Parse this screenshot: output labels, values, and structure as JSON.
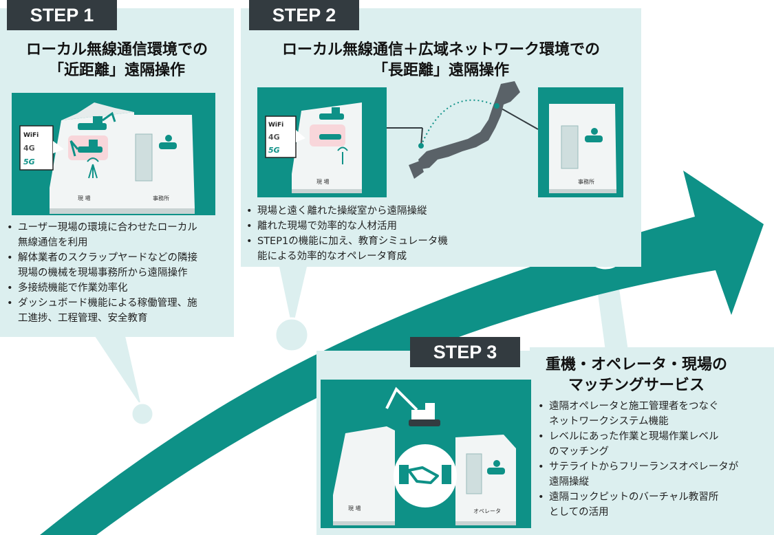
{
  "colors": {
    "teal": "#0e9187",
    "panel": "#dcefef",
    "badge": "#333b40"
  },
  "step1": {
    "badge": "STEP 1",
    "title": [
      "ローカル無線通信環境での",
      "「近距離」遠隔操作"
    ],
    "wireless": {
      "wifi": "WiFi",
      "lte": "4G",
      "fiveg": "5G"
    },
    "building_labels": [
      "現 場",
      "事務所"
    ],
    "bullets": [
      [
        "ユーザー現場の環境に合わせたローカル",
        "無線通信を利用"
      ],
      [
        "解体業者のスクラップヤードなどの隣接",
        "現場の機械を現場事務所から遠隔操作"
      ],
      [
        "多接続機能で作業効率化"
      ],
      [
        "ダッシュボード機能による稼働管理、施",
        "工進捗、工程管理、安全教育"
      ]
    ]
  },
  "step2": {
    "badge": "STEP 2",
    "title": [
      "ローカル無線通信＋広域ネットワーク環境での",
      "「長距離」遠隔操作"
    ],
    "wireless": {
      "wifi": "WiFi",
      "lte": "4G",
      "fiveg": "5G"
    },
    "building_labels": [
      "現 場",
      "事務所"
    ],
    "bullets": [
      [
        "現場と遠く離れた操縦室から遠隔操縦"
      ],
      [
        "離れた現場で効率的な人材活用"
      ],
      [
        "STEP1の機能に加え、教育シミュレータ機",
        "能による効率的なオペレータ育成"
      ]
    ]
  },
  "step3": {
    "badge": "STEP 3",
    "title": [
      "重機・オペレータ・現場の",
      "マッチングサービス"
    ],
    "building_labels": [
      "現 場",
      "オペレータ"
    ],
    "bullets": [
      [
        "遠隔オペレータと施工管理者をつなぐ",
        "ネットワークシステム機能"
      ],
      [
        "レベルにあった作業と現場作業レベル",
        "のマッチング"
      ],
      [
        "サテライトからフリーランスオペレータが",
        "遠隔操縦"
      ],
      [
        "遠隔コックピットのバーチャル教習所",
        "としての活用"
      ]
    ]
  }
}
